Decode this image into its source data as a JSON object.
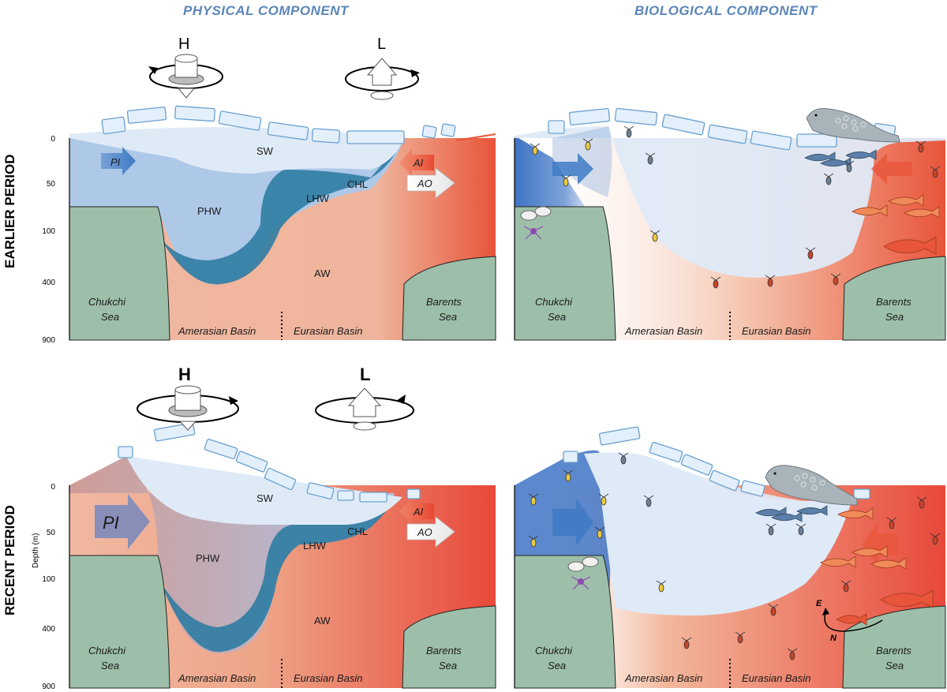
{
  "headers": {
    "physical": "PHYSICAL COMPONENT",
    "biological": "BIOLOGICAL COMPONENT",
    "earlier": "EARLIER PERIOD",
    "recent": "RECENT PERIOD"
  },
  "axis": {
    "label": "Depth (m)",
    "ticks": [
      "0",
      "50",
      "100",
      "400",
      "900"
    ]
  },
  "pressure": {
    "high": "H",
    "low": "L"
  },
  "water_masses": {
    "sw": "SW",
    "phw": "PHW",
    "lhw": "LHW",
    "chl": "CHL",
    "aw": "AW",
    "pi": "PI",
    "ai": "AI",
    "ao": "AO"
  },
  "places": {
    "chukchi_1": "Chukchi",
    "chukchi_2": "Sea",
    "barents_1": "Barents",
    "barents_2": "Sea",
    "amerasian": "Amerasian Basin",
    "eurasian": "Eurasian Basin"
  },
  "recent_extra": {
    "e": "E",
    "n": "N"
  },
  "colors": {
    "header_blue": "#5b86b8",
    "surface_water": "#dfeaf7",
    "pacific_water": "#aec8e8",
    "halocline": "#2f7ca3",
    "atlantic_water": "#eba58b",
    "atlantic_inflow": "#e8553a",
    "land": "#9dbfa9",
    "ice": "#e3f0fb"
  }
}
